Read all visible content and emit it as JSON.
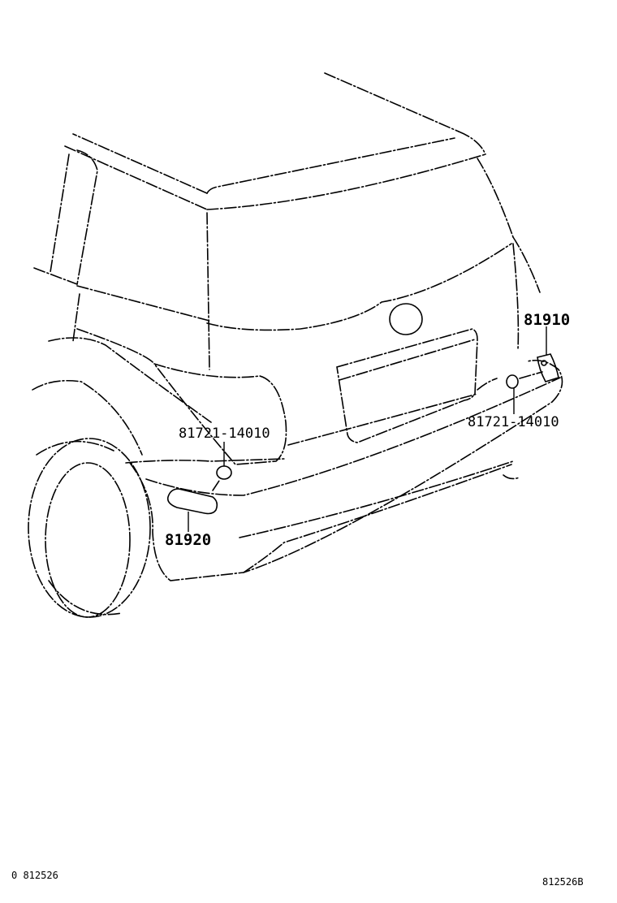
{
  "labels": {
    "part_81910": "81910",
    "part_81721_right": "81721-14010",
    "part_81721_left": "81721-14010",
    "part_81920": "81920"
  },
  "footer": {
    "left_code": "0 812526",
    "right_code": "812526B"
  }
}
